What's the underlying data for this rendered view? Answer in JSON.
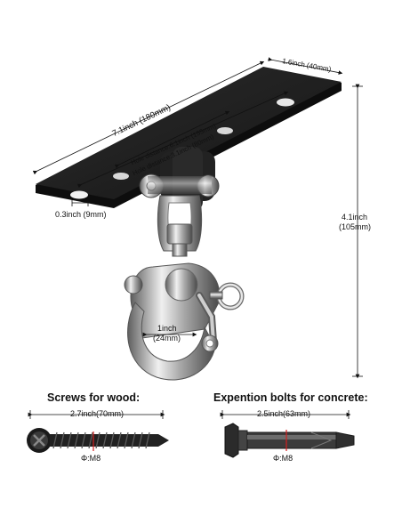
{
  "dimensions": {
    "length": "7.1inch (180mm)",
    "width": "1.6inch (40mm)",
    "hole_distance_outer": "Hole distance:6.1inch (155mm)",
    "hole_distance_inner": "Hole distance:3.1inch (80mm)",
    "hole_diameter": "0.3inch (9mm)",
    "height_inch": "4.1inch",
    "height_mm": "(105mm)",
    "gate_opening_inch": "1inch",
    "gate_opening_mm": "(24mm)"
  },
  "screws": {
    "title": "Screws for wood:",
    "length": "2.7inch(70mm)",
    "diameter": "Φ:M8"
  },
  "bolts": {
    "title": "Expention bolts for concrete:",
    "length": "2.5inch(63mm)",
    "diameter": "Φ:M8"
  },
  "colors": {
    "plate": "#1b1b1b",
    "steel_light": "#e4e4e4",
    "steel_dark": "#6d6d6d",
    "accent_red": "#d42020"
  }
}
